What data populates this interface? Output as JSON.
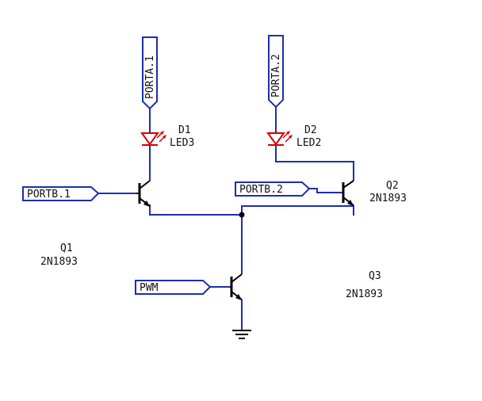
{
  "colors": {
    "wire": "#1a2fb0",
    "component": "#000000",
    "led": "#d40000",
    "background": "#ffffff",
    "text": "#111111"
  },
  "ports": {
    "porta1": "PORTA.1",
    "porta2": "PORTA.2",
    "portb1": "PORTB.1",
    "portb2": "PORTB.2",
    "pwm": "PWM"
  },
  "components": {
    "d1": {
      "ref": "D1",
      "value": "LED3"
    },
    "d2": {
      "ref": "D2",
      "value": "LED2"
    },
    "q1": {
      "ref": "Q1",
      "value": "2N1893"
    },
    "q2": {
      "ref": "Q2",
      "value": "2N1893"
    },
    "q3": {
      "ref": "Q3",
      "value": "2N1893"
    }
  }
}
